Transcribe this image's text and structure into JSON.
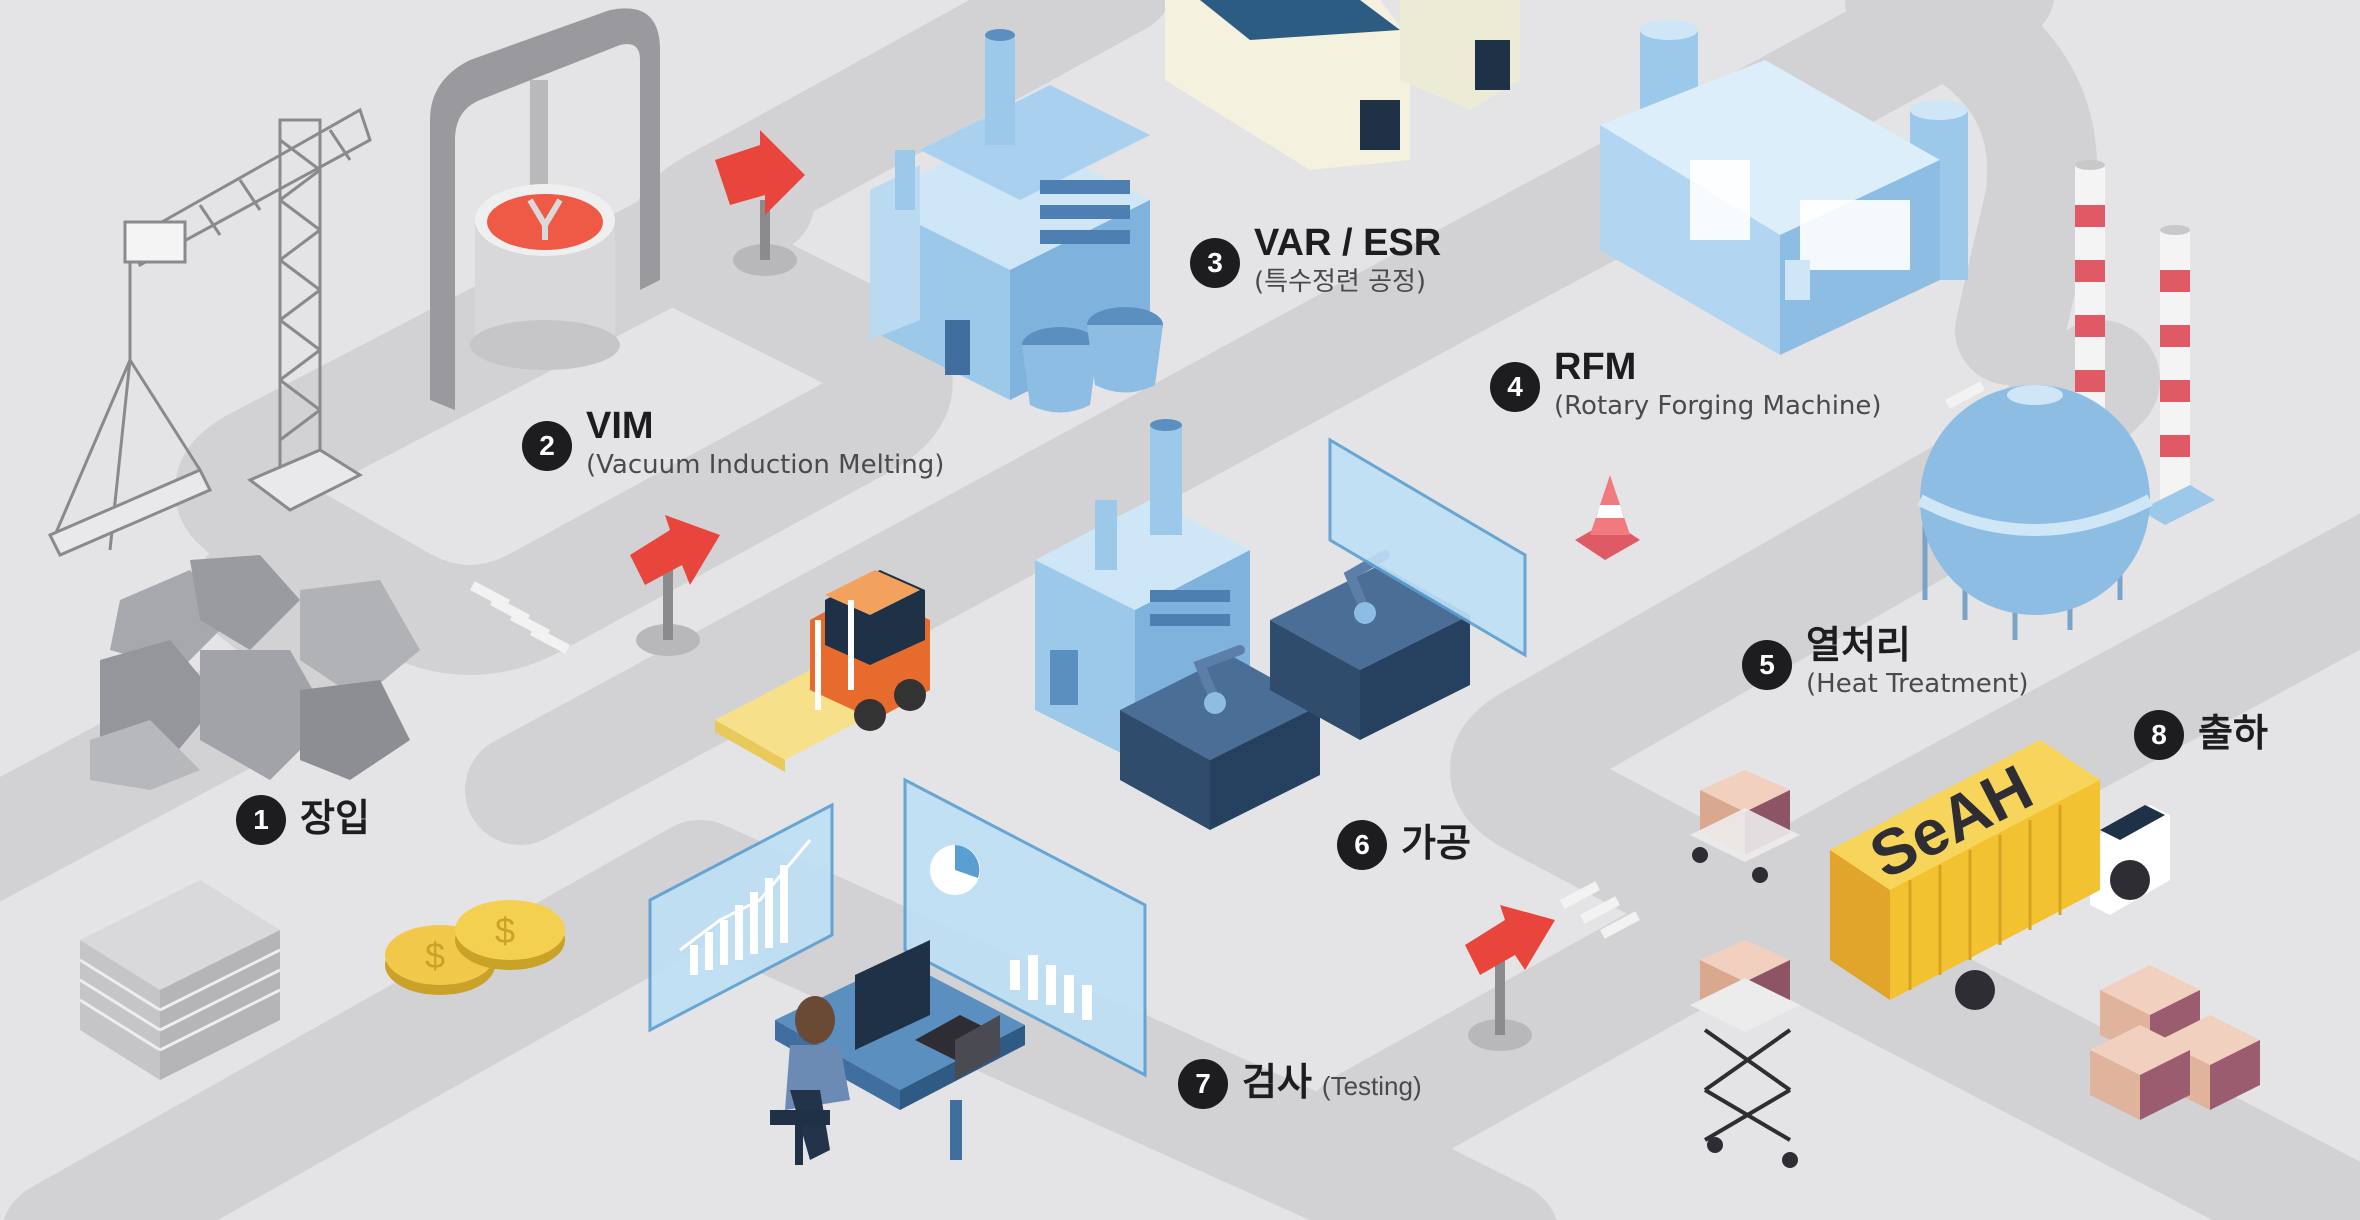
{
  "steps": [
    {
      "num": "1",
      "title": "장입",
      "sub": ""
    },
    {
      "num": "2",
      "title": "VIM",
      "sub": "(Vacuum Induction Melting)"
    },
    {
      "num": "3",
      "title": "VAR / ESR",
      "sub": "(특수정련 공정)"
    },
    {
      "num": "4",
      "title": "RFM",
      "sub": "(Rotary Forging Machine)"
    },
    {
      "num": "5",
      "title": "열처리",
      "sub": "(Heat Treatment)"
    },
    {
      "num": "6",
      "title": "가공",
      "sub": ""
    },
    {
      "num": "7",
      "title": "검사",
      "sub": "(Testing)"
    },
    {
      "num": "8",
      "title": "출하",
      "sub": ""
    }
  ],
  "truck_logo": "SeAH",
  "colors": {
    "background": "#e4e4e6",
    "road": "#d2d2d4",
    "building": "#8fc0e6",
    "accent_red": "#e8463c",
    "container": "#f2c230",
    "badge": "#1d1d1f"
  }
}
